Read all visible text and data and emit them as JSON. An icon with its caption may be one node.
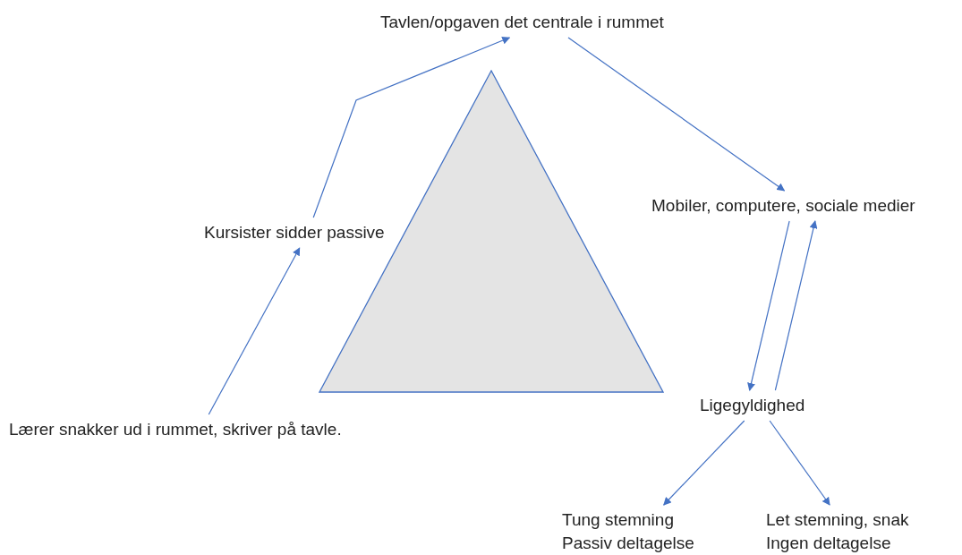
{
  "diagram": {
    "nodes": [
      {
        "text": [
          "Tavlen/opgaven det centrale i rummet"
        ]
      },
      {
        "text": [],
        "shape": "triangle"
      },
      {
        "text": [
          "Mobiler, computere, sociale medier"
        ]
      },
      {
        "text": [
          "Kursister sidder passive"
        ]
      },
      {
        "text": [
          "Ligegyldighed"
        ]
      },
      {
        "text": [
          "Lærer snakker ud i rummet, skriver på tavle."
        ]
      },
      {
        "text": [
          "Tung stemning",
          "Passiv deltagelse"
        ]
      },
      {
        "text": [
          "Let stemning, snak",
          "Ingen deltagelse"
        ]
      }
    ],
    "edges": [
      {
        "from": 5,
        "to": 3,
        "arrow": "to"
      },
      {
        "from": 3,
        "to": 0,
        "arrow": "to"
      },
      {
        "from": 0,
        "to": 2,
        "arrow": "to"
      },
      {
        "from": 2,
        "to": 4,
        "arrow": "to"
      },
      {
        "from": 4,
        "to": 2,
        "arrow": "to"
      },
      {
        "from": 4,
        "to": 6,
        "arrow": "to"
      },
      {
        "from": 4,
        "to": 7,
        "arrow": "to"
      }
    ]
  }
}
